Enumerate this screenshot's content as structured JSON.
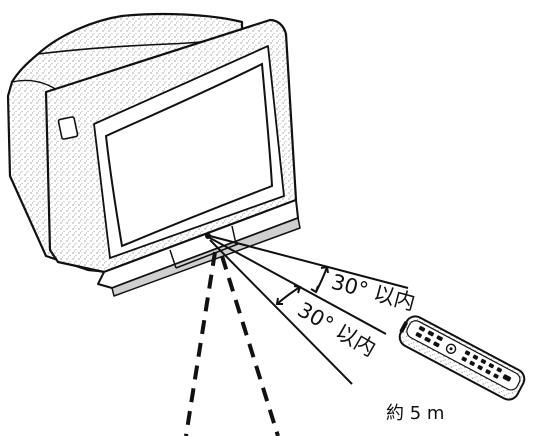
{
  "diagram": {
    "angle_upper_label": "30° 以内",
    "angle_lower_label": "30° 以内",
    "distance_label": "約 5 m"
  },
  "icons": {
    "television": "crt-television-icon",
    "remote": "remote-control-icon"
  },
  "colors": {
    "line": "#111111",
    "tv_shade": "#cfcfcf",
    "background": "#ffffff"
  }
}
